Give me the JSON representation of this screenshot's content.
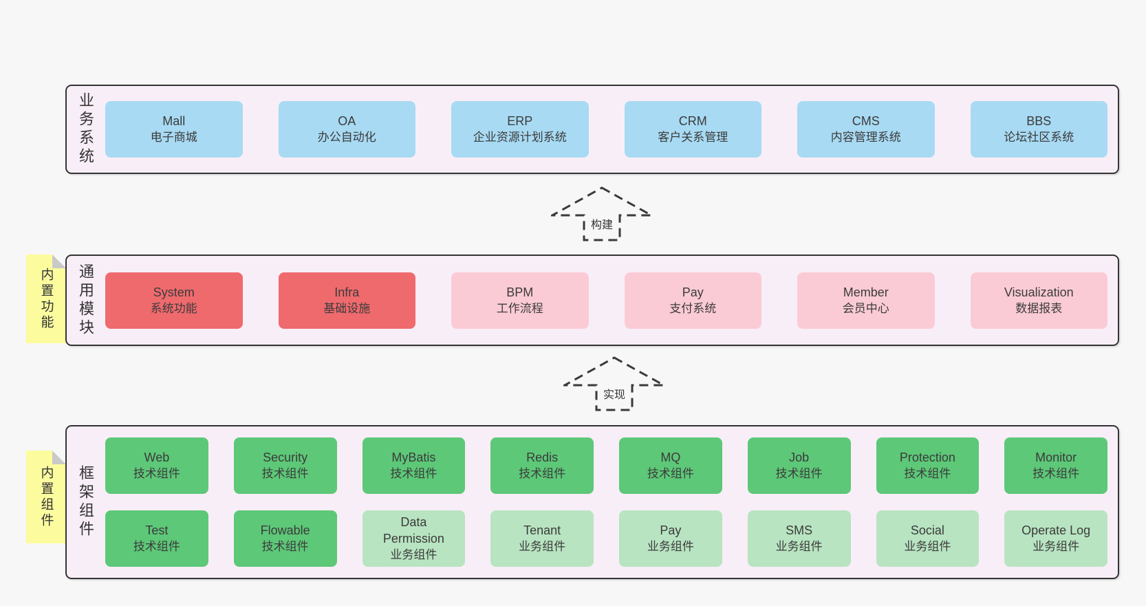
{
  "diagram": {
    "bands": [
      {
        "label": "业务系统",
        "boxes": [
          {
            "title": "Mall",
            "subtitle": "电子商城",
            "variant": "blue"
          },
          {
            "title": "OA",
            "subtitle": "办公自动化",
            "variant": "blue"
          },
          {
            "title": "ERP",
            "subtitle": "企业资源计划系统",
            "variant": "blue"
          },
          {
            "title": "CRM",
            "subtitle": "客户关系管理",
            "variant": "blue"
          },
          {
            "title": "CMS",
            "subtitle": "内容管理系统",
            "variant": "blue"
          },
          {
            "title": "BBS",
            "subtitle": "论坛社区系统",
            "variant": "blue"
          }
        ]
      },
      {
        "label": "通用模块",
        "note": "内置功能",
        "boxes": [
          {
            "title": "System",
            "subtitle": "系统功能",
            "variant": "red"
          },
          {
            "title": "Infra",
            "subtitle": "基础设施",
            "variant": "red"
          },
          {
            "title": "BPM",
            "subtitle": "工作流程",
            "variant": "pink"
          },
          {
            "title": "Pay",
            "subtitle": "支付系统",
            "variant": "pink"
          },
          {
            "title": "Member",
            "subtitle": "会员中心",
            "variant": "pink"
          },
          {
            "title": "Visualization",
            "subtitle": "数据报表",
            "variant": "pink"
          }
        ]
      },
      {
        "label": "框架组件",
        "note": "内置组件",
        "rows": [
          {
            "boxes": [
              {
                "title": "Web",
                "subtitle": "技术组件",
                "variant": "green"
              },
              {
                "title": "Security",
                "subtitle": "技术组件",
                "variant": "green"
              },
              {
                "title": "MyBatis",
                "subtitle": "技术组件",
                "variant": "green"
              },
              {
                "title": "Redis",
                "subtitle": "技术组件",
                "variant": "green"
              },
              {
                "title": "MQ",
                "subtitle": "技术组件",
                "variant": "green"
              },
              {
                "title": "Job",
                "subtitle": "技术组件",
                "variant": "green"
              },
              {
                "title": "Protection",
                "subtitle": "技术组件",
                "variant": "green"
              },
              {
                "title": "Monitor",
                "subtitle": "技术组件",
                "variant": "green"
              }
            ]
          },
          {
            "boxes": [
              {
                "title": "Test",
                "subtitle": "技术组件",
                "variant": "green"
              },
              {
                "title": "Flowable",
                "subtitle": "技术组件",
                "variant": "green"
              },
              {
                "title": "Data\nPermission",
                "subtitle": "业务组件",
                "variant": "light-green"
              },
              {
                "title": "Tenant",
                "subtitle": "业务组件",
                "variant": "light-green"
              },
              {
                "title": "Pay",
                "subtitle": "业务组件",
                "variant": "light-green"
              },
              {
                "title": "SMS",
                "subtitle": "业务组件",
                "variant": "light-green"
              },
              {
                "title": "Social",
                "subtitle": "业务组件",
                "variant": "light-green"
              },
              {
                "title": "Operate Log",
                "subtitle": "业务组件",
                "variant": "light-green"
              }
            ]
          }
        ]
      }
    ],
    "arrows": [
      {
        "label": "构建"
      },
      {
        "label": "实现"
      }
    ],
    "colors": {
      "blue": "#a8daf3",
      "red": "#ef6a6d",
      "pink": "#fbcbd5",
      "green": "#5dc878",
      "light_green": "#b8e4c1",
      "band_fill": "#f8eef7",
      "note_fill": "#fcfc9f",
      "note_fold": "#c9c9c9",
      "border": "#333333",
      "page_background": "#f7f7f7"
    }
  }
}
